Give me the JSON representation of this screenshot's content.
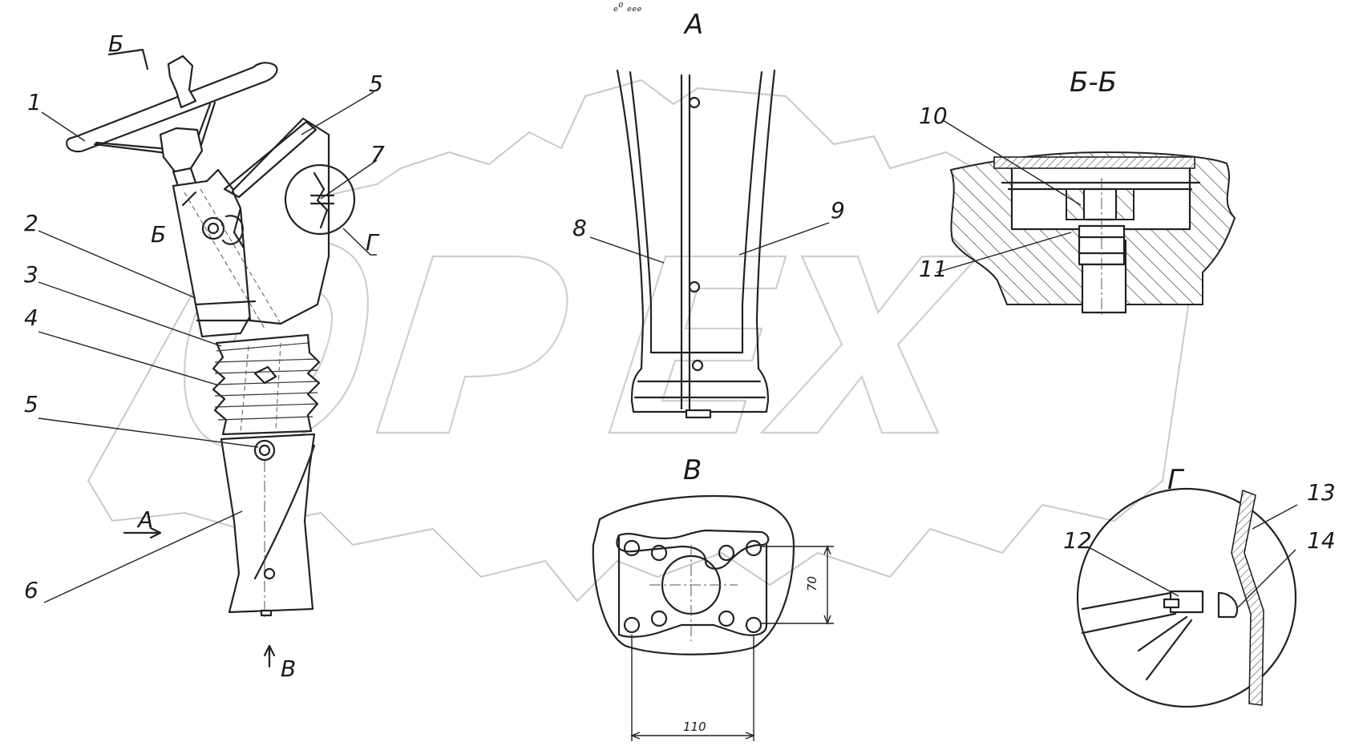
{
  "watermark": {
    "text": "OPEX",
    "color": "#c9c9c9"
  },
  "views": {
    "a": "А",
    "b_section": "Б-Б",
    "v": "В",
    "g": "Г"
  },
  "cut_marks": {
    "b_top": "Б",
    "b_side": "Б",
    "a_arrow": "А",
    "v_arrow": "В",
    "g_detail": "Г"
  },
  "parts": {
    "p1": "1",
    "p2": "2",
    "p3": "3",
    "p4": "4",
    "p5a": "5",
    "p5b": "5",
    "p6": "6",
    "p7": "7",
    "p8": "8",
    "p9": "9",
    "p10": "10",
    "p11": "11",
    "p12": "12",
    "p13": "13",
    "p14": "14"
  },
  "dimensions": {
    "height": "70",
    "width": "110"
  },
  "tiny_mark": "ₑ⁰ ₑₑₑ"
}
